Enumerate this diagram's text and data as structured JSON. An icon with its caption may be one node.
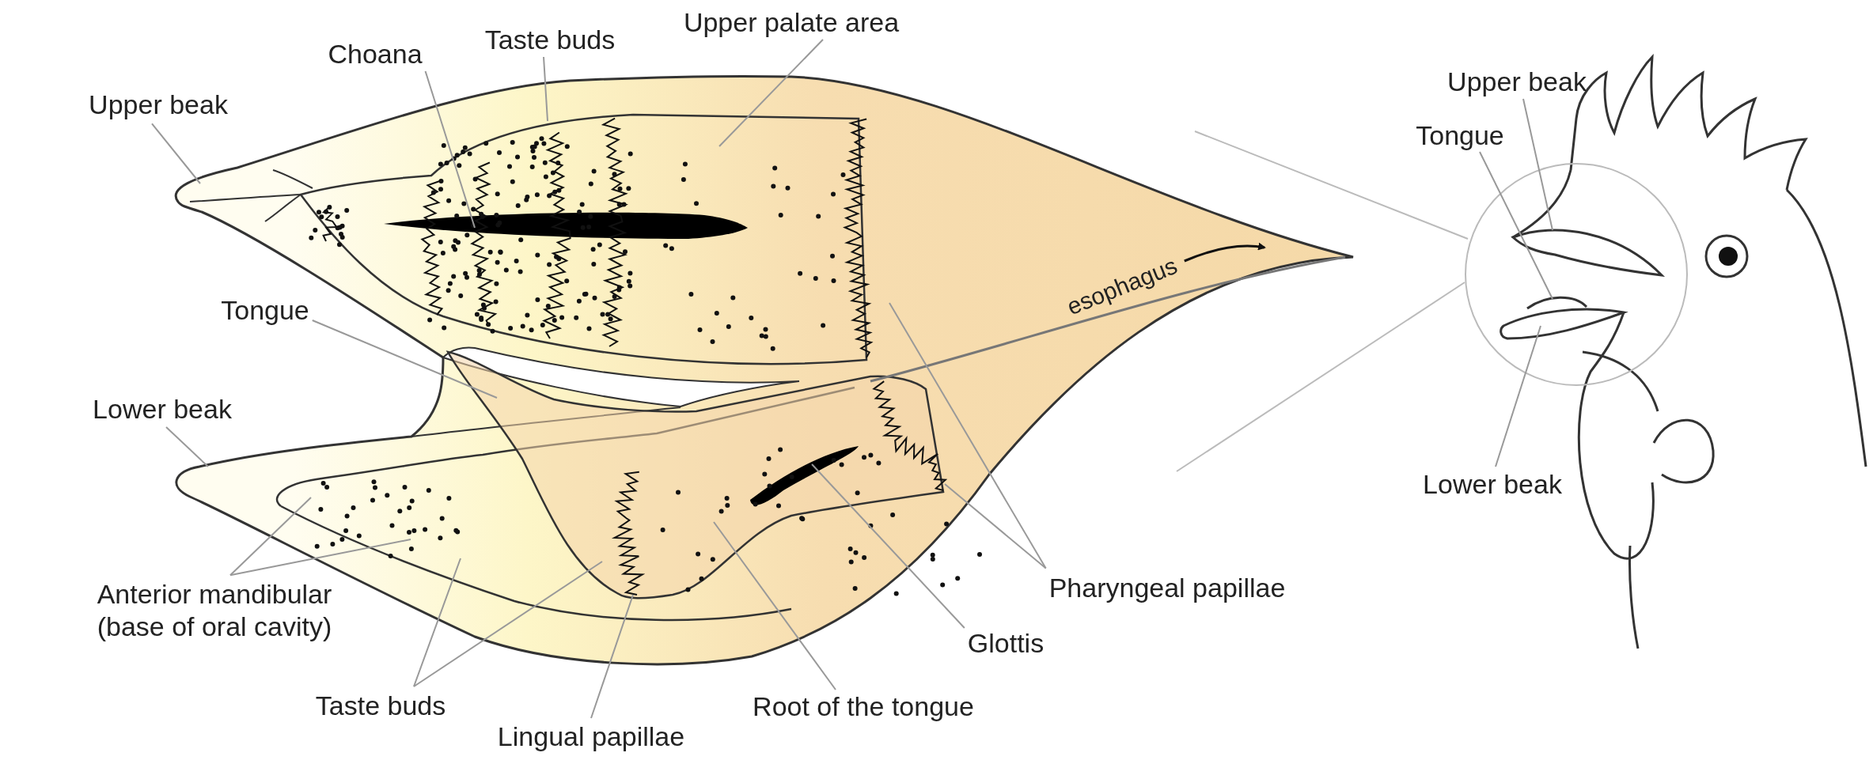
{
  "diagram": {
    "nodes": [
      {
        "text": [
          "Upper beak"
        ]
      },
      {
        "text": [
          "Choana"
        ]
      },
      {
        "text": [
          "Taste buds"
        ]
      },
      {
        "text": [
          "Upper palate area"
        ]
      },
      {
        "text": [
          "Tongue"
        ]
      },
      {
        "text": [
          "Lower beak"
        ]
      },
      {
        "text": [
          "Anterior mandibular (base of oral cavity)"
        ]
      },
      {
        "text": [
          "Taste buds"
        ]
      },
      {
        "text": [
          "Lingual papillae"
        ]
      },
      {
        "text": [
          "Root of the tongue"
        ]
      },
      {
        "text": [
          "Glottis"
        ]
      },
      {
        "text": [
          "Pharyngeal papillae"
        ]
      },
      {
        "text": [
          "esophagus"
        ]
      },
      {
        "text": [
          "Upper beak"
        ]
      },
      {
        "text": [
          "Tongue"
        ]
      },
      {
        "text": [
          "Lower beak"
        ]
      },
      {
        "text": [],
        "shape": "picture"
      },
      {
        "text": [],
        "shape": "picture"
      },
      {
        "text": [],
        "shape": "picture"
      }
    ],
    "edges": [
      {
        "from": 0,
        "to": null,
        "arrow": "none"
      },
      {
        "from": 1,
        "to": null,
        "arrow": "none"
      },
      {
        "from": 2,
        "to": null,
        "arrow": "none"
      },
      {
        "from": 3,
        "to": null,
        "arrow": "none"
      },
      {
        "from": 4,
        "to": null,
        "arrow": "none"
      },
      {
        "from": 5,
        "to": null,
        "arrow": "none"
      },
      {
        "from": 6,
        "to": null,
        "arrow": "none"
      },
      {
        "from": 6,
        "to": null,
        "arrow": "none"
      },
      {
        "from": 7,
        "to": null,
        "arrow": "none"
      },
      {
        "from": 7,
        "to": null,
        "arrow": "none"
      },
      {
        "from": 8,
        "to": null,
        "arrow": "none"
      },
      {
        "from": 9,
        "to": null,
        "arrow": "none"
      },
      {
        "from": 10,
        "to": null,
        "arrow": "none"
      },
      {
        "from": 11,
        "to": null,
        "arrow": "none"
      },
      {
        "from": 11,
        "to": null,
        "arrow": "none"
      },
      {
        "from": 12,
        "to": null,
        "arrow": "to",
        "color": "#111111"
      },
      {
        "from": 13,
        "to": 16,
        "arrow": "none"
      },
      {
        "from": 14,
        "to": 17,
        "arrow": "none"
      },
      {
        "from": 15,
        "to": 18,
        "arrow": "none"
      }
    ]
  }
}
